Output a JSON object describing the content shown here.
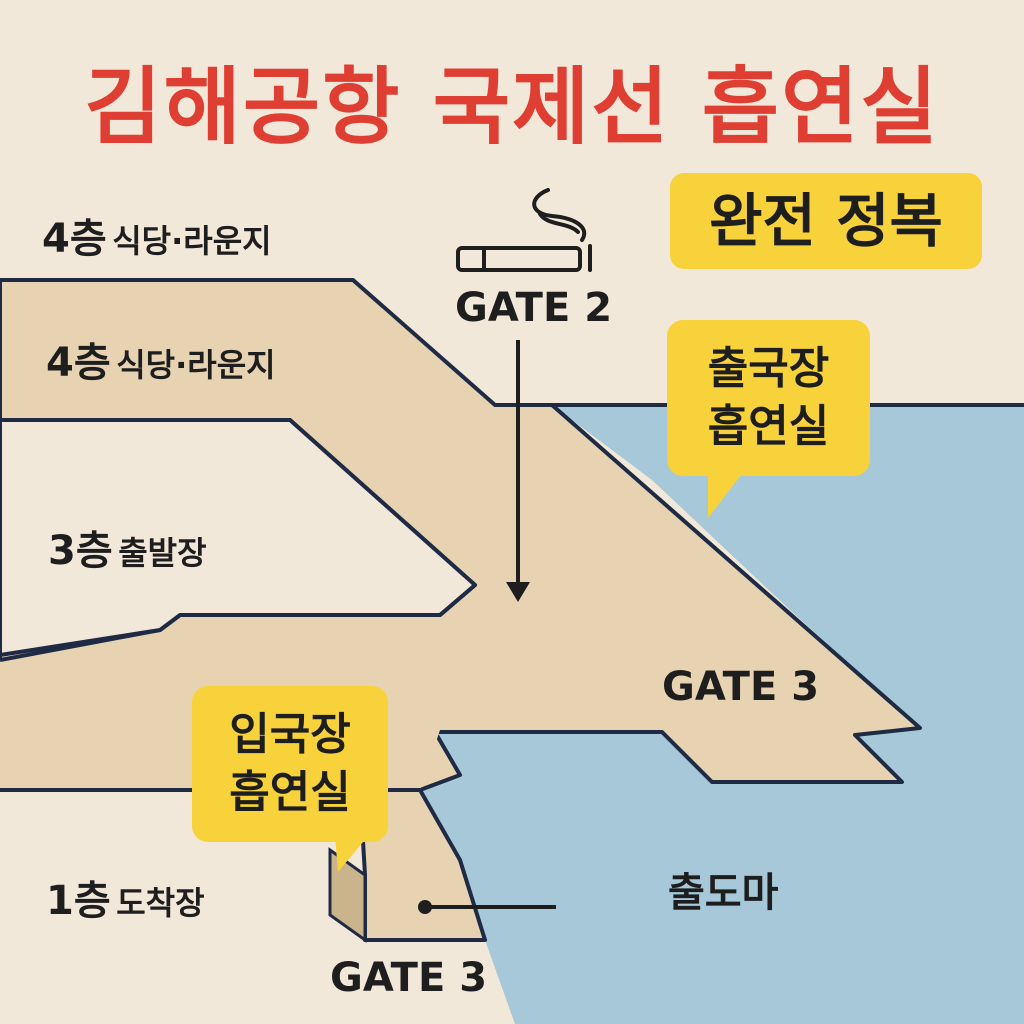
{
  "title": "김해공항 국제선 흡연실",
  "badge": "완전 정복",
  "floors": [
    {
      "num": "4층",
      "name": "식당·라운지"
    },
    {
      "num": "4층",
      "name": "식당·라운지"
    },
    {
      "num": "3층",
      "name": "출발장"
    },
    {
      "num": "1층",
      "name": "도착장"
    }
  ],
  "gates": {
    "gate2": "GATE 2",
    "gate3_right": "GATE 3",
    "gate3_bottom": "GATE 3"
  },
  "callouts": {
    "departure": {
      "line1": "출국장",
      "line2": "흡연실"
    },
    "arrival": {
      "line1": "입국장",
      "line2": "흡연실"
    }
  },
  "place_label": "출도마",
  "icons": {
    "smoking": "cigarette-icon"
  },
  "colors": {
    "title": "#df3f32",
    "background": "#f2e8d9",
    "building": "#e7d3b2",
    "water": "#a6c8d8",
    "outline": "#1f2a44",
    "callout": "#f8d23a"
  }
}
